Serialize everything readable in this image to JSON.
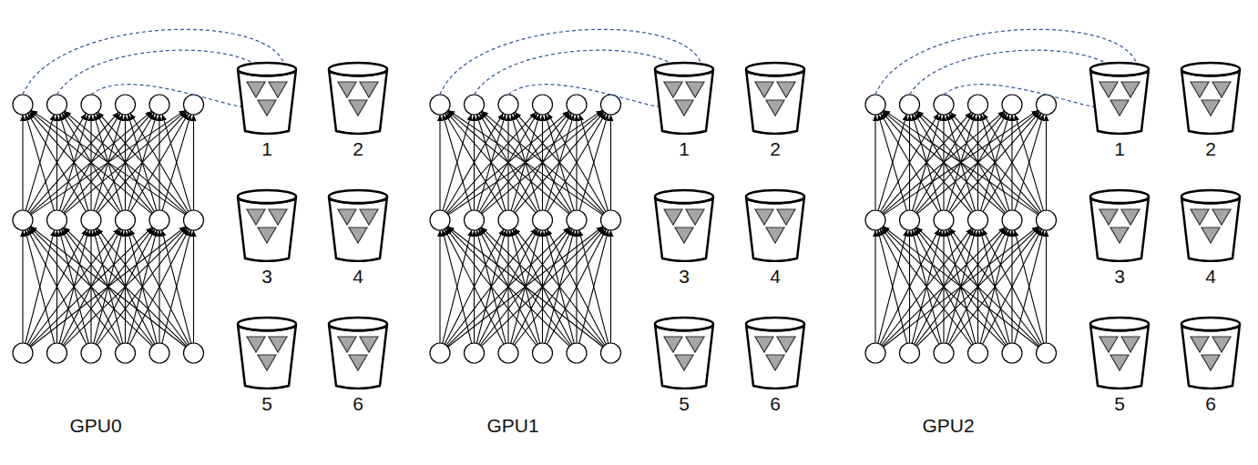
{
  "diagram": {
    "nodes": [
      {
        "text": [
          "1"
        ]
      },
      {
        "text": [
          "2"
        ]
      },
      {
        "text": [
          "3"
        ]
      },
      {
        "text": [
          "4"
        ]
      },
      {
        "text": [
          "5"
        ]
      },
      {
        "text": [
          "6"
        ]
      },
      {
        "text": [
          "1"
        ]
      },
      {
        "text": [
          "2"
        ]
      },
      {
        "text": [
          "3"
        ]
      },
      {
        "text": [
          "4"
        ]
      },
      {
        "text": [
          "5"
        ]
      },
      {
        "text": [
          "6"
        ]
      },
      {
        "text": [
          "1"
        ]
      },
      {
        "text": [
          "2"
        ]
      },
      {
        "text": [
          "3"
        ]
      },
      {
        "text": [
          "4"
        ]
      },
      {
        "text": [
          "5"
        ]
      },
      {
        "text": [
          "6"
        ]
      }
    ],
    "labels": [
      "GPU0",
      "GPU1",
      "GPU2"
    ]
  }
}
